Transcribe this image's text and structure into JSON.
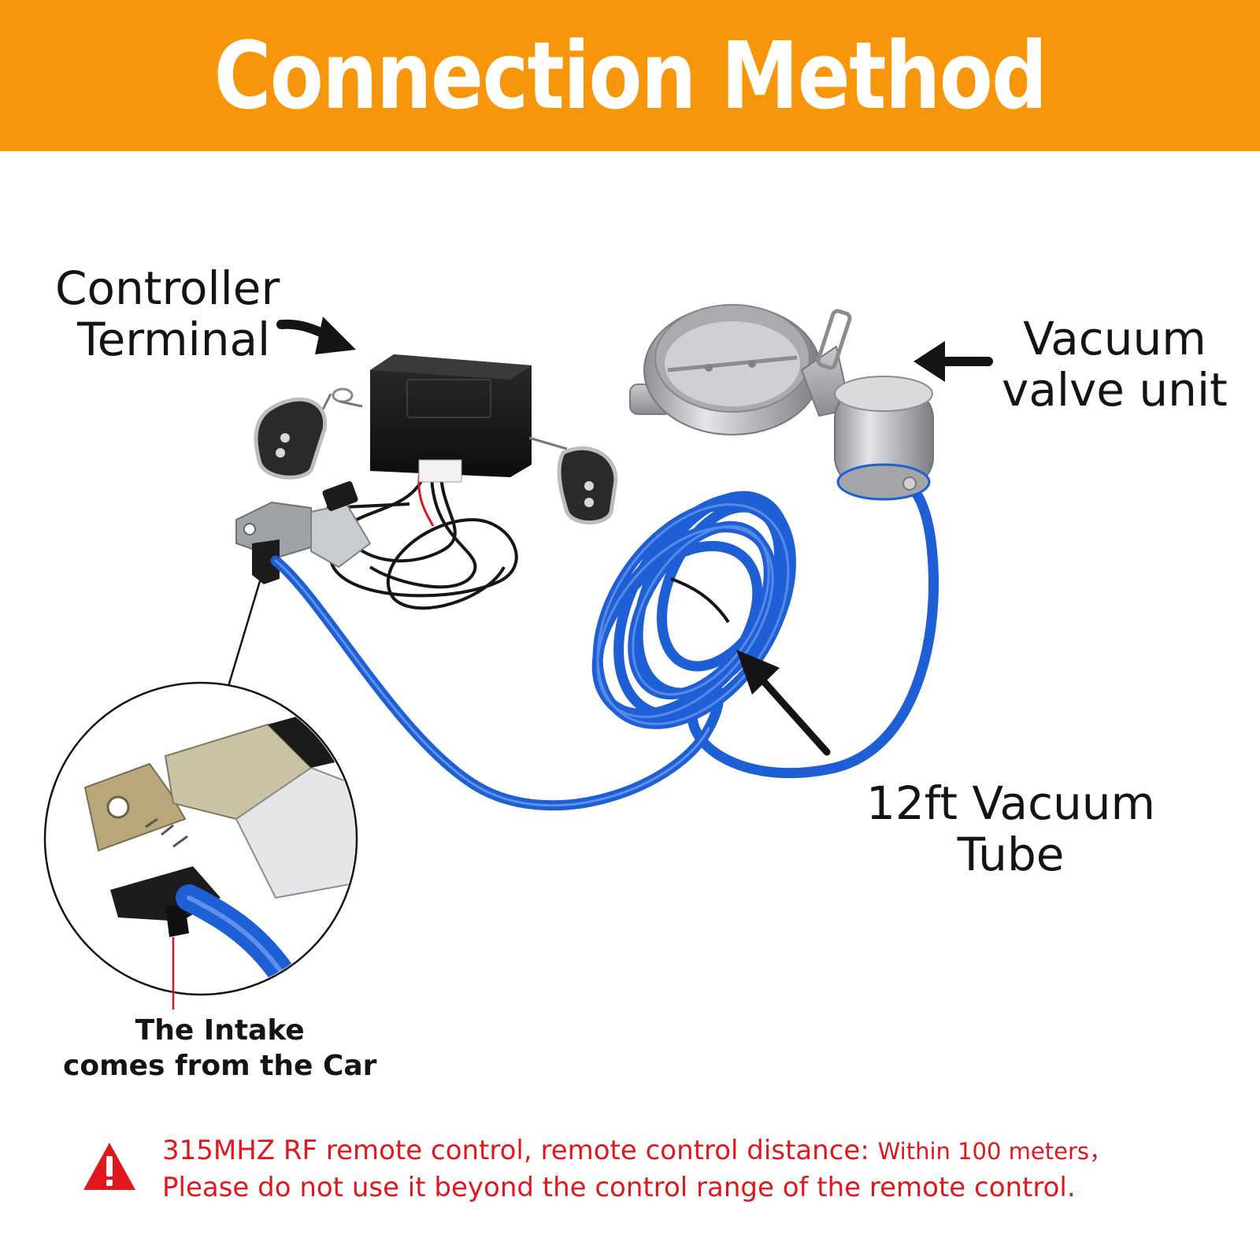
{
  "banner": {
    "title": "Connection Method",
    "color": "#f7960b"
  },
  "labels": {
    "controller_line1": "Controller",
    "controller_line2": "Terminal",
    "vacuum_line1": "Vacuum",
    "vacuum_line2": "valve unit",
    "tube_line1": "12ft Vacuum",
    "tube_line2": "Tube",
    "intake_line1": "The Intake",
    "intake_line2": "comes from the Car"
  },
  "warning": {
    "line1_main": "315MHZ RF remote control, remote control distance: ",
    "line1_small": "Within 100 meters，",
    "line2": "Please do not use it beyond the control range of the remote control.",
    "icon": "warning-triangle-icon",
    "color": "#e0171c"
  },
  "colors": {
    "tube": "#1f5fd6",
    "arrow": "#141414"
  }
}
